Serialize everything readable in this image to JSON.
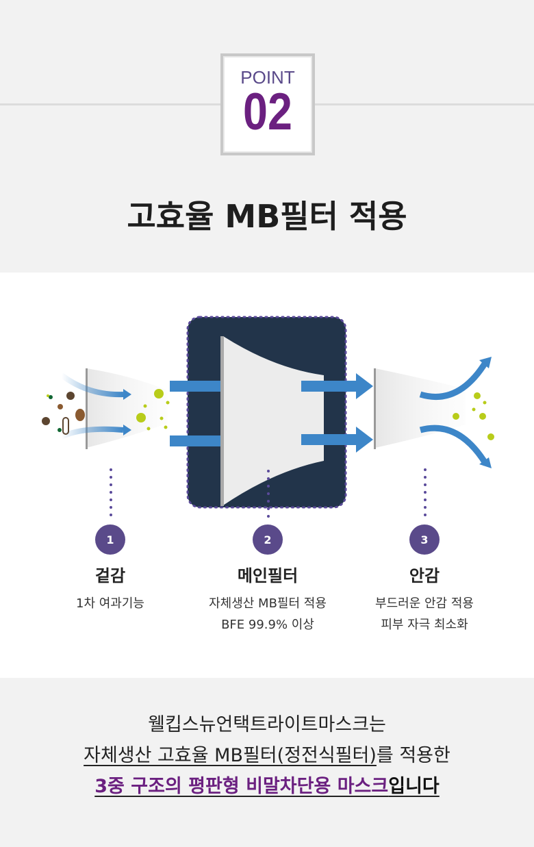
{
  "header": {
    "point_label": "POINT",
    "point_number": "02",
    "title": "고효율 MB필터 적용"
  },
  "steps": [
    {
      "number": "1",
      "title": "겉감",
      "lines": [
        "1차 여과기능"
      ]
    },
    {
      "number": "2",
      "title": "메인필터",
      "lines": [
        "자체생산 MB필터 적용",
        "BFE 99.9% 이상"
      ]
    },
    {
      "number": "3",
      "title": "안감",
      "lines": [
        "부드러운 안감 적용",
        "피부 자극 최소화"
      ]
    }
  ],
  "summary": {
    "line1": "웰킵스뉴언택트라이트마스크는",
    "line2_underlined": "자체생산 고효율 MB필터(정전식필터)",
    "line2_rest": "를 적용한",
    "line3_highlight": "3중 구조의 평판형 비말차단용 마스크",
    "line3_rest": "입니다"
  },
  "colors": {
    "accent": "#6b2080",
    "dark_box": "#22344a",
    "arrow": "#3d86c8",
    "particle": "#b8cc1a"
  }
}
